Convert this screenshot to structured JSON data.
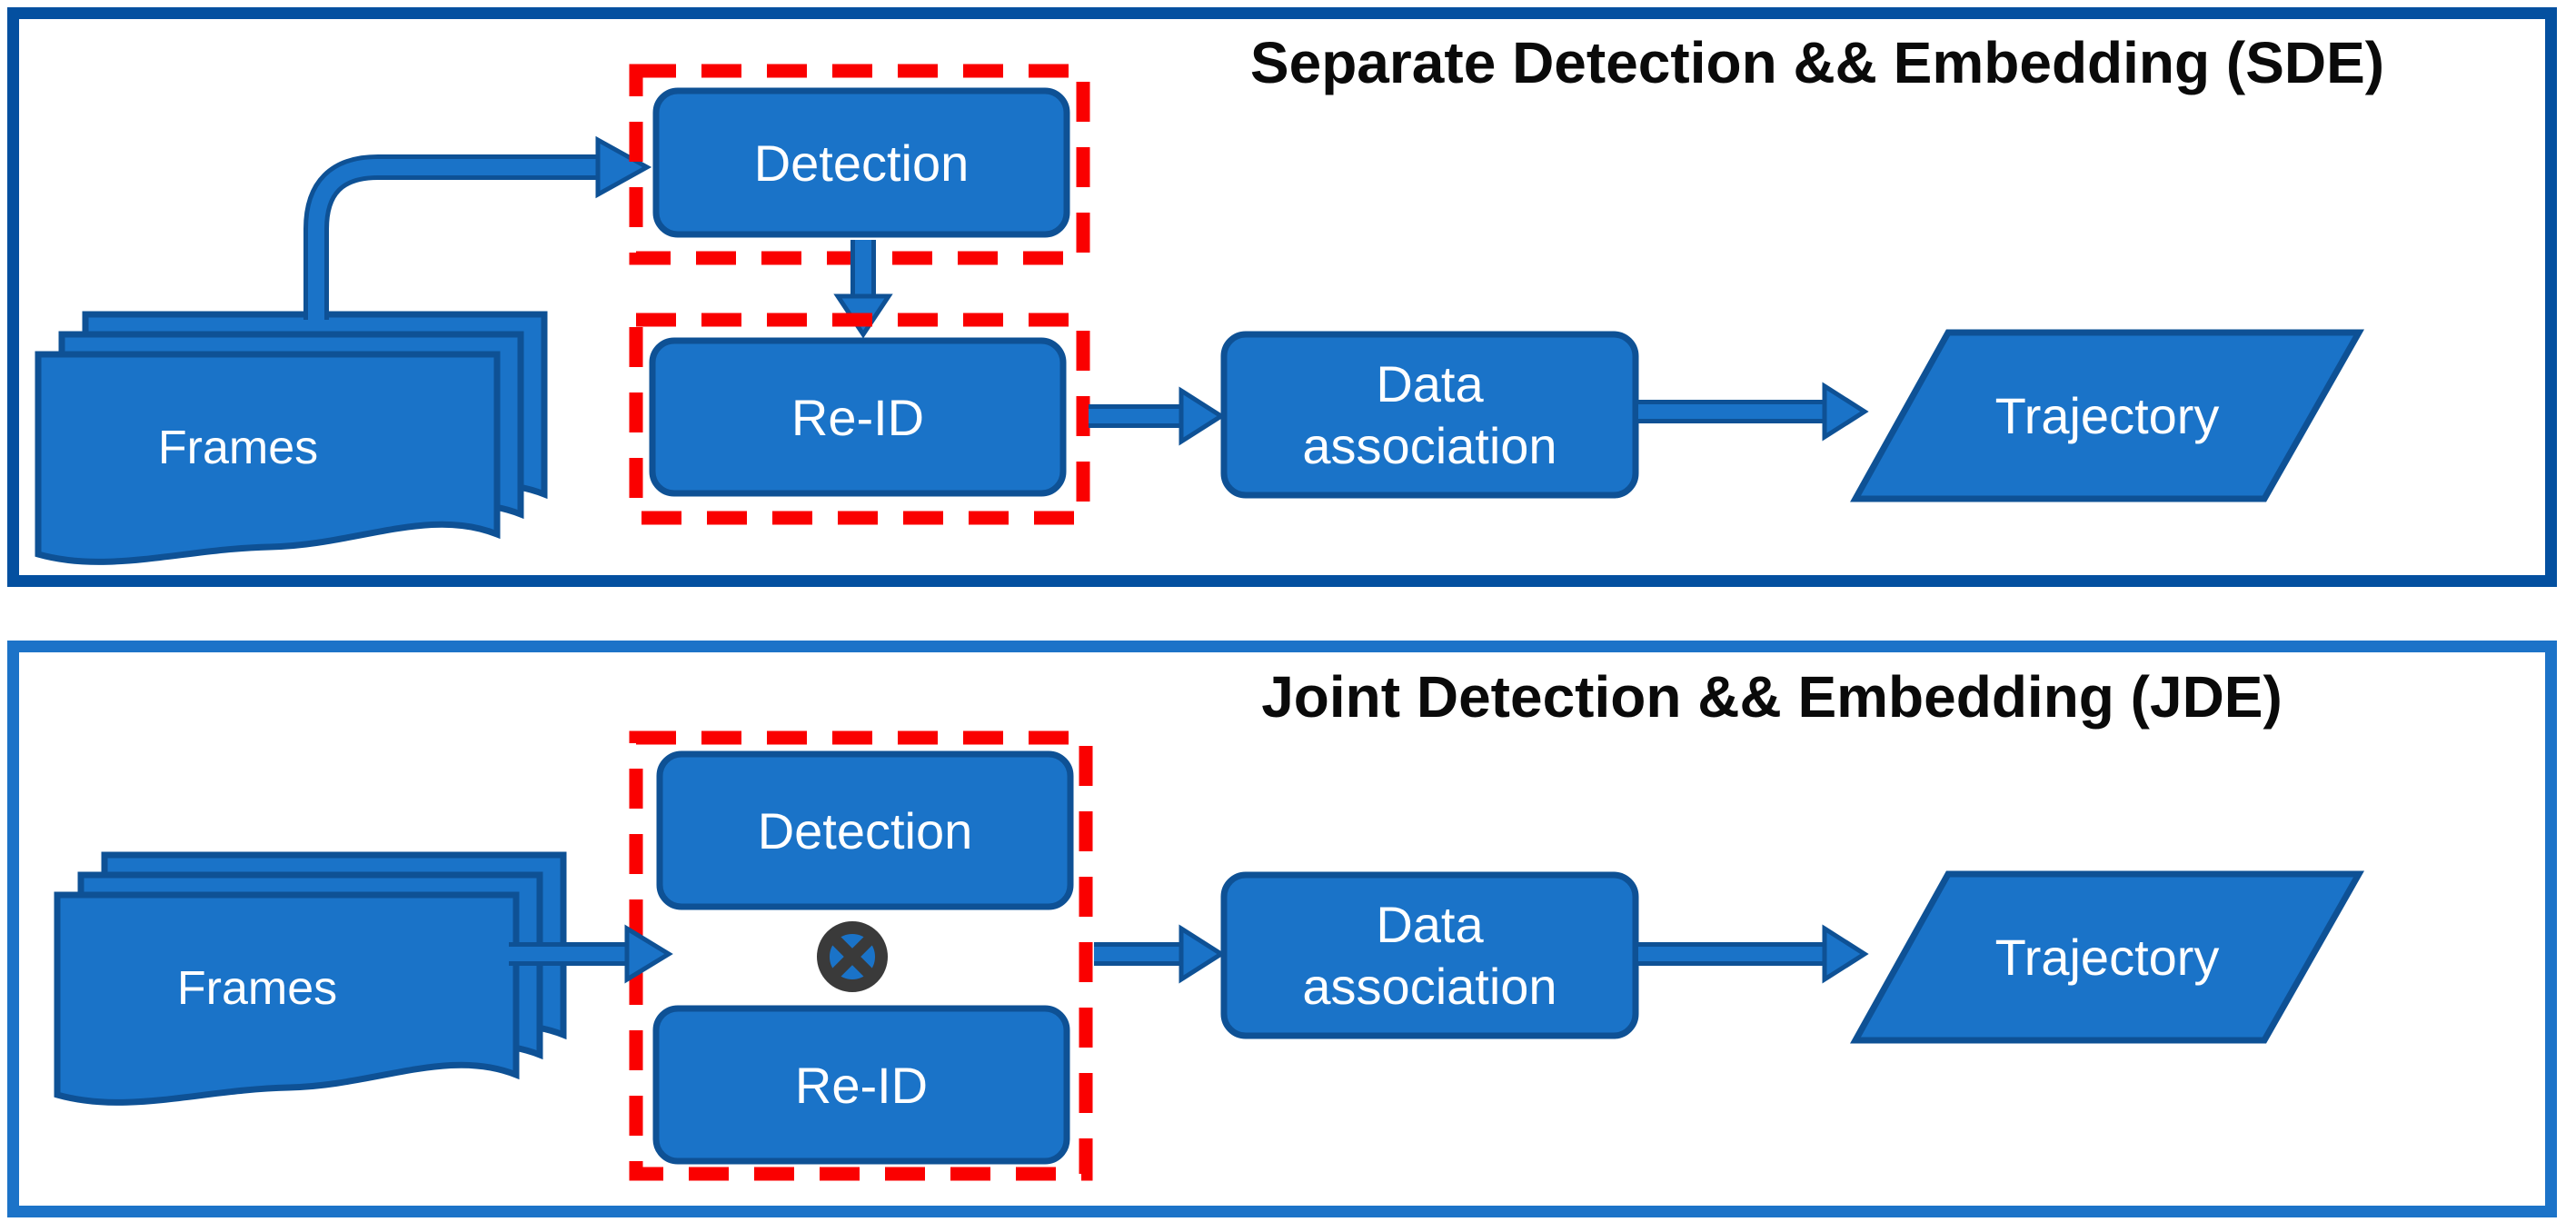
{
  "colors": {
    "node_fill": "#1A73C8",
    "node_stroke": "#0E5195",
    "sde_panel_border": "#0450A0",
    "jde_panel_border": "#1C73C8",
    "highlight_dashed_red": "#FA0000",
    "operator_dark": "#3A3A3A",
    "title_color": "#0A0A0A",
    "node_label_color": "#FFFFFF",
    "background": "#FFFFFF"
  },
  "panels": [
    {
      "id": "sde",
      "title": "Separate Detection && Embedding (SDE)",
      "frames_label": "Frames",
      "detection_label": "Detection",
      "reid_label": "Re-ID",
      "data_association_line1": "Data",
      "data_association_line2": "association",
      "trajectory_label": "Trajectory",
      "highlighted_nodes": "Detection, Re-ID (separate red dashed boxes)"
    },
    {
      "id": "jde",
      "title": "Joint Detection && Embedding (JDE)",
      "frames_label": "Frames",
      "detection_label": "Detection",
      "reid_label": "Re-ID",
      "operator_icon": "circled-x-multiply-icon",
      "data_association_line1": "Data",
      "data_association_line2": "association",
      "trajectory_label": "Trajectory",
      "highlighted_nodes": "Detection + Re-ID (single joint red dashed box)"
    }
  ]
}
